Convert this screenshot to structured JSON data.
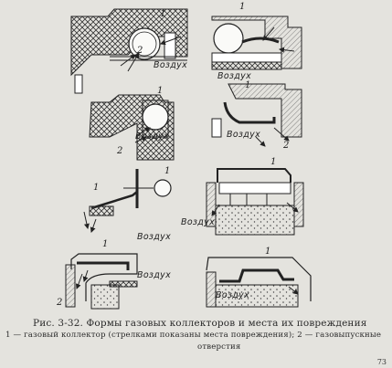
{
  "figure": {
    "label_vozdukh": "Воздух",
    "label_1": "1",
    "label_2": "2"
  },
  "caption": {
    "title": "Рис. 3-32. Формы газовых коллекторов и места их повреждения",
    "line2": "1 — газовый коллектор (стрелками показаны места повреждения); 2 — газовыпускные",
    "line3": "отверстия"
  },
  "page_number": "73"
}
